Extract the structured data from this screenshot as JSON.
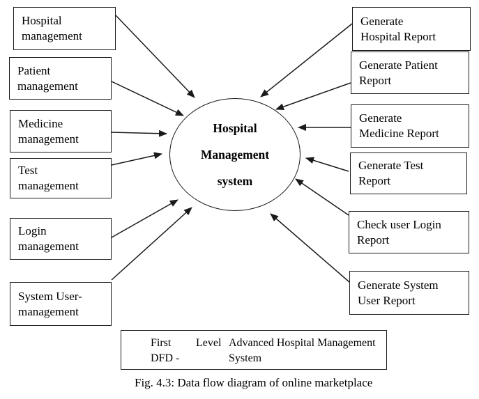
{
  "diagram": {
    "center": {
      "line1": "Hospital",
      "line2": "Management",
      "line3": "system"
    },
    "left_nodes": [
      {
        "line1": "Hospital",
        "line2": "management"
      },
      {
        "line1": "Patient",
        "line2": "management"
      },
      {
        "line1": "Medicine",
        "line2": "management"
      },
      {
        "line1": "Test",
        "line2": "management"
      },
      {
        "line1": "Login",
        "line2": "management"
      },
      {
        "line1": "System User-",
        "line2": "management"
      }
    ],
    "right_nodes": [
      {
        "line1": "Generate",
        "line2": "Hospital Report"
      },
      {
        "line1": "Generate Patient",
        "line2": "Report"
      },
      {
        "line1": "Generate",
        "line2": "Medicine Report"
      },
      {
        "line1": "Generate Test",
        "line2": "Report"
      },
      {
        "line1": "Check user Login",
        "line2": "Report"
      },
      {
        "line1": "Generate System",
        "line2": "User Report"
      }
    ],
    "colors": {
      "background": "#ffffff",
      "line": "#1a1a1a",
      "box_border": "#1a1a1a",
      "text": "#000000"
    }
  },
  "legend": {
    "left_col": {
      "word1": "First",
      "word2": "Level",
      "line2": "DFD -"
    },
    "right_col": {
      "line1": "Advanced Hospital Management",
      "line2": "System"
    }
  },
  "caption": "Fig. 4.3: Data flow diagram of online marketplace"
}
